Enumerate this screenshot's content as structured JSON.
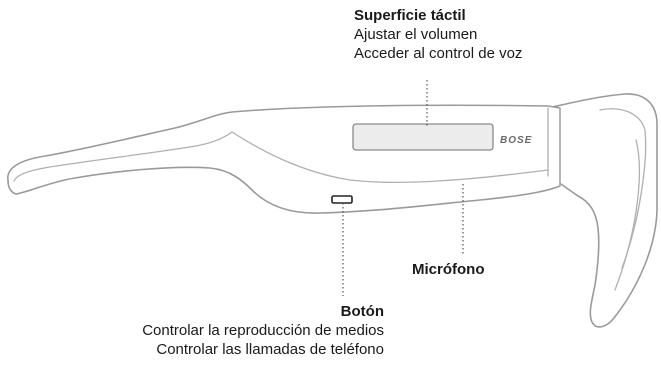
{
  "callouts": {
    "touch_surface": {
      "title": "Superficie táctil",
      "lines": [
        "Ajustar el volumen",
        "Acceder al control de voz"
      ]
    },
    "microphone": {
      "title": "Micrófono"
    },
    "button": {
      "title": "Botón",
      "lines": [
        "Controlar la reproducción de medios",
        "Controlar las llamadas de teléfono"
      ]
    }
  },
  "logo_text": "BOSE"
}
